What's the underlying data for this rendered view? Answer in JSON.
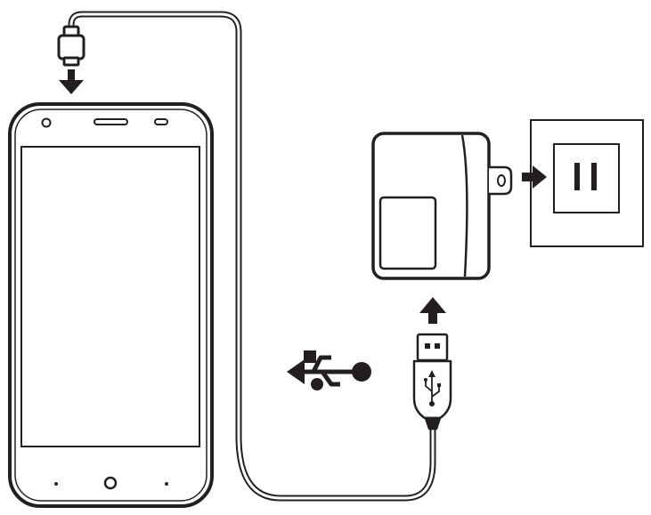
{
  "diagram": {
    "type": "phone-charging-illustration",
    "steps": [
      {
        "from": "micro-usb-plug",
        "to": "phone-charging-port",
        "arrow": "down-arrow-icon"
      },
      {
        "from": "usb-a-plug",
        "to": "wall-adapter",
        "arrow": "up-arrow-icon"
      },
      {
        "from": "wall-adapter",
        "to": "wall-outlet",
        "arrow": "right-arrow-icon"
      }
    ],
    "icons": [
      "usb-symbol-icon",
      "usb-trident-icon",
      "home-button-icon",
      "front-camera-icon",
      "earpiece-icon"
    ],
    "colors": {
      "stroke": "#231f20",
      "fill": "#231f20",
      "background": "#ffffff"
    }
  }
}
